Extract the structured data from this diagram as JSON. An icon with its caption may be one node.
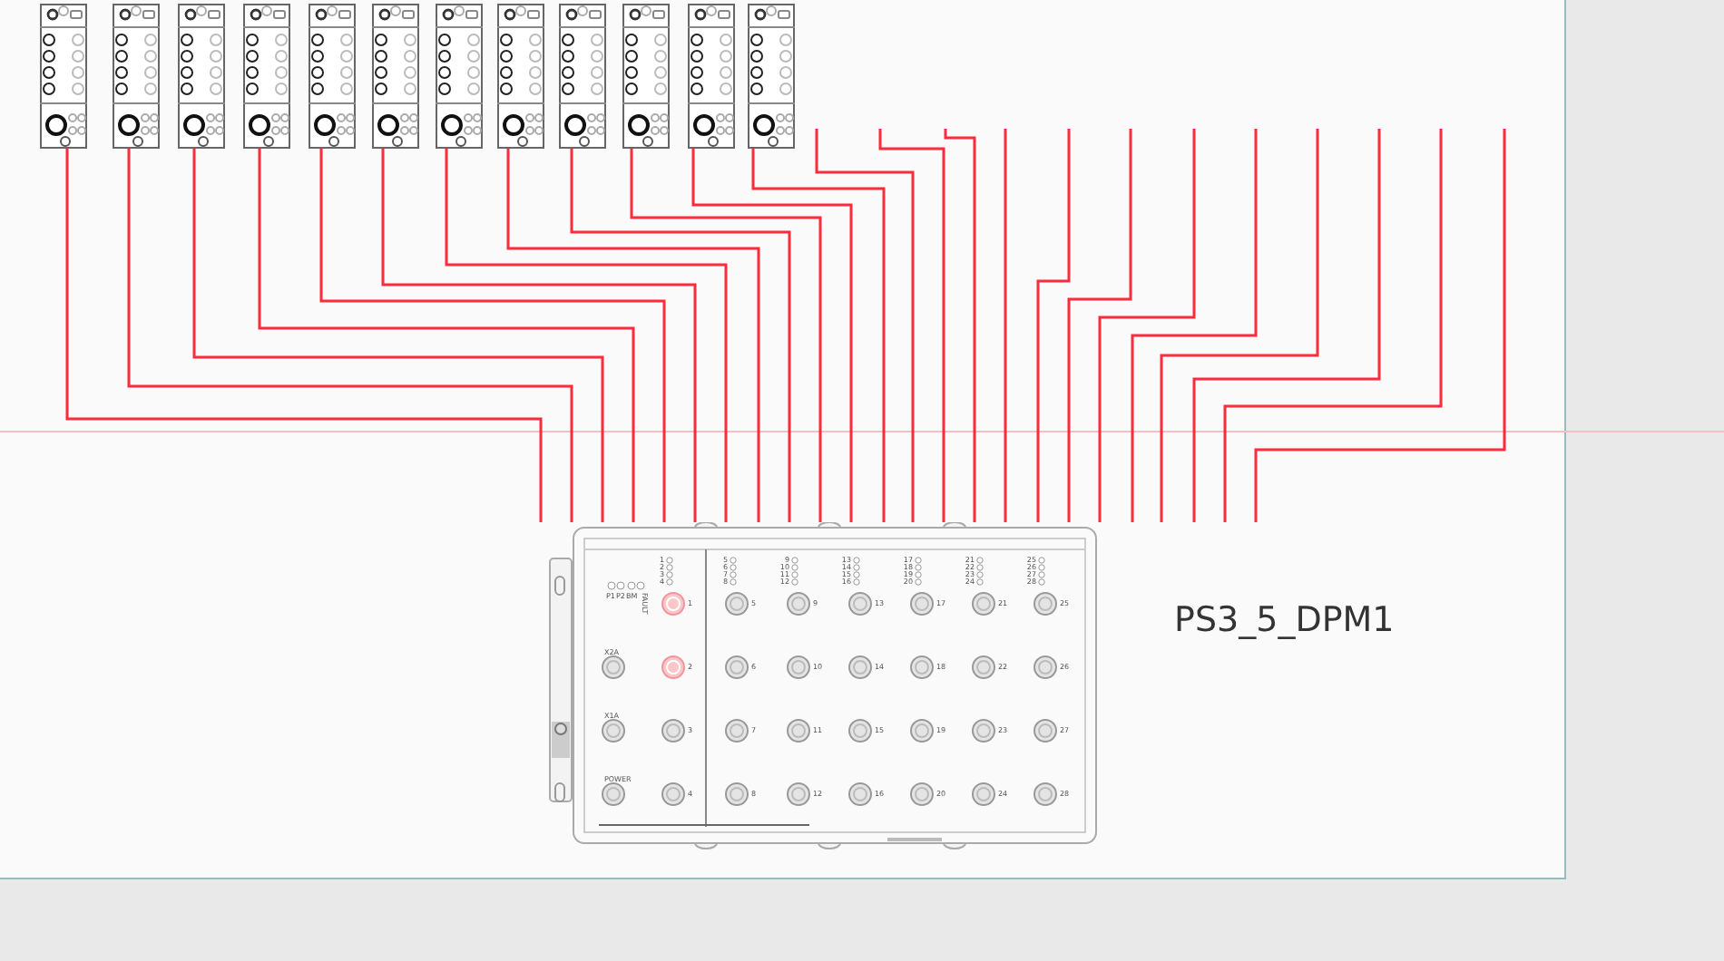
{
  "diagram": {
    "nodes": [
      {
        "text": [],
        "shape": "picture"
      },
      {
        "text": [],
        "shape": "picture"
      },
      {
        "text": [],
        "shape": "picture"
      },
      {
        "text": [],
        "shape": "picture"
      },
      {
        "text": [],
        "shape": "picture"
      },
      {
        "text": [],
        "shape": "picture"
      },
      {
        "text": [],
        "shape": "picture"
      },
      {
        "text": [],
        "shape": "picture"
      },
      {
        "text": [],
        "shape": "picture"
      },
      {
        "text": [],
        "shape": "picture"
      },
      {
        "text": [],
        "shape": "picture"
      },
      {
        "text": [],
        "shape": "picture"
      },
      {
        "text": [],
        "shape": "picture",
        "beside": [
          "PS3_5_DPM1"
        ]
      }
    ],
    "edges": [
      {
        "from": 0,
        "to": 12,
        "arrow": "none"
      },
      {
        "from": 1,
        "to": 12,
        "arrow": "none"
      },
      {
        "from": 2,
        "to": 12,
        "arrow": "none"
      },
      {
        "from": 3,
        "to": 12,
        "arrow": "none"
      },
      {
        "from": 4,
        "to": 12,
        "arrow": "none"
      },
      {
        "from": 5,
        "to": 12,
        "arrow": "none"
      },
      {
        "from": 6,
        "to": 12,
        "arrow": "none"
      },
      {
        "from": 7,
        "to": 12,
        "arrow": "none"
      },
      {
        "from": 8,
        "to": 12,
        "arrow": "none"
      },
      {
        "from": 9,
        "to": 12,
        "arrow": "none"
      },
      {
        "from": 10,
        "to": 12,
        "arrow": "none"
      },
      {
        "from": 11,
        "to": 12,
        "arrow": "none"
      },
      {
        "from": null,
        "to": 12,
        "arrow": "none"
      },
      {
        "from": null,
        "to": 12,
        "arrow": "none"
      },
      {
        "from": null,
        "to": 12,
        "arrow": "none"
      },
      {
        "from": null,
        "to": 12,
        "arrow": "none"
      },
      {
        "from": null,
        "to": 12,
        "arrow": "none"
      },
      {
        "from": null,
        "to": 12,
        "arrow": "none"
      },
      {
        "from": null,
        "to": 12,
        "arrow": "none"
      },
      {
        "from": null,
        "to": 12,
        "arrow": "none"
      },
      {
        "from": null,
        "to": 12,
        "arrow": "none"
      },
      {
        "from": null,
        "to": 12,
        "arrow": "none"
      },
      {
        "from": null,
        "to": 12,
        "arrow": "none"
      },
      {
        "from": null,
        "to": 12,
        "arrow": "none"
      }
    ],
    "labels": [
      "1",
      "2",
      "3",
      "4",
      "5",
      "6",
      "7",
      "8",
      "9",
      "10",
      "11",
      "12",
      "13",
      "14",
      "15",
      "16",
      "17",
      "18",
      "19",
      "20",
      "21",
      "22",
      "23",
      "24",
      "25",
      "26",
      "27",
      "28",
      "P1",
      "P2",
      "BM",
      "FAULT",
      "1",
      "2",
      "3",
      "4",
      "5",
      "6",
      "7",
      "8",
      "9",
      "10",
      "11",
      "12",
      "13",
      "14",
      "15",
      "16",
      "17",
      "18",
      "19",
      "20",
      "21",
      "22",
      "23",
      "24",
      "25",
      "26",
      "27",
      "28",
      "X2A",
      "X1A",
      "POWER"
    ]
  }
}
